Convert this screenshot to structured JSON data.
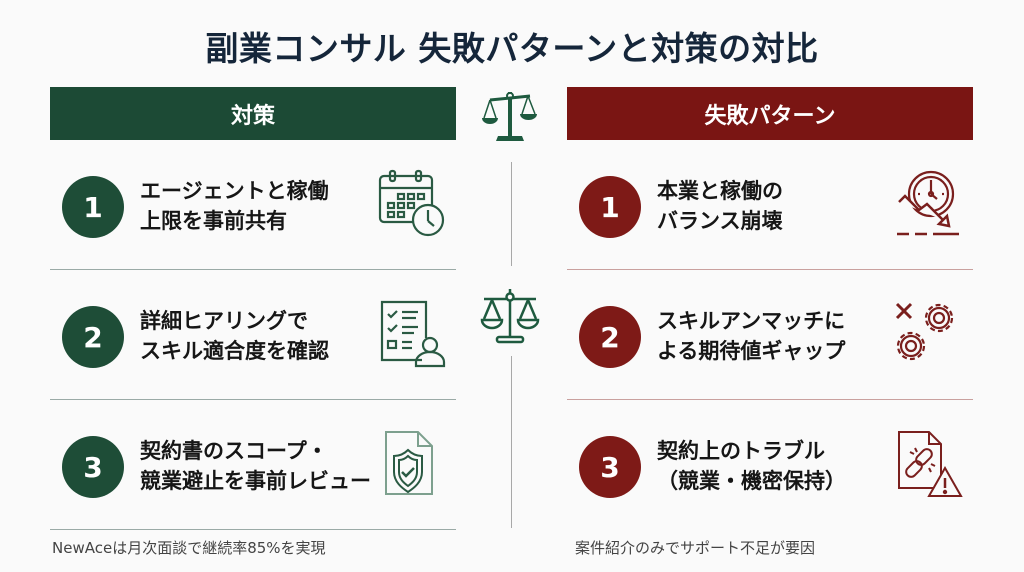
{
  "title": "副業コンサル 失敗パターンと対策の対比",
  "colors": {
    "countermeasure_green": "#1c4a35",
    "failure_red": "#7a1513",
    "title_navy": "#15263a"
  },
  "left": {
    "header": "対策",
    "items": [
      {
        "number": "1",
        "line1": "エージェントと稼働",
        "line2": "上限を事前共有",
        "icon": "calendar-clock-icon"
      },
      {
        "number": "2",
        "line1": "詳細ヒアリングで",
        "line2": "スキル適合度を確認",
        "icon": "checklist-person-icon"
      },
      {
        "number": "3",
        "line1": "契約書のスコープ・",
        "line2": "競業避止を事前レビュー",
        "icon": "document-shield-check-icon"
      }
    ],
    "footnote": "NewAceは月次面談で継続率85%を実現"
  },
  "right": {
    "header": "失敗パターン",
    "items": [
      {
        "number": "1",
        "line1": "本業と稼働の",
        "line2": "バランス崩壊",
        "icon": "clock-decline-icon"
      },
      {
        "number": "2",
        "line1": "スキルアンマッチに",
        "line2": "よる期待値ギャップ",
        "icon": "gears-mismatch-icon"
      },
      {
        "number": "3",
        "line1": "契約上のトラブル",
        "line2": "（競業・機密保持）",
        "icon": "broken-link-warning-icon"
      }
    ],
    "footnote": "案件紹介のみでサポート不足が要因"
  },
  "center": {
    "icon": "balance-scale-icon"
  }
}
